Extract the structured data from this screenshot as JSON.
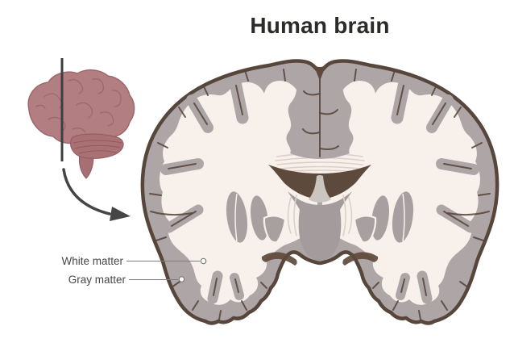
{
  "page": {
    "title": "Human brain"
  },
  "annotations": {
    "white_matter": {
      "label": "White matter"
    },
    "gray_matter": {
      "label": "Gray matter"
    }
  },
  "icons": {
    "mini_brain": "lateral-brain-with-section-plane",
    "section_plane": "vertical-cut-line",
    "arrow": "curved-arrow-to-coronal-section"
  },
  "colors": {
    "ink": "#2d2b2a",
    "label": "#474747",
    "pointer": "#7d7d7d",
    "dark": "#57463b",
    "ventricle": "#5d4a3c",
    "cortex": "#aea6a6",
    "cortex2": "#a49c9c",
    "bgs": "#a8a0a0",
    "cream": "#f8f0eb",
    "fiber": "#ddcfc8",
    "column": "#ccc4bf",
    "mauve": "#b27e81",
    "mauvedark": "#9c686c",
    "mauvedeep": "#8f5a60",
    "cereb": "#aa7175",
    "stemcol": "#a56f73",
    "arrow": "#454545",
    "cutline": "#3e3e3e",
    "paper": "#ffffff"
  }
}
